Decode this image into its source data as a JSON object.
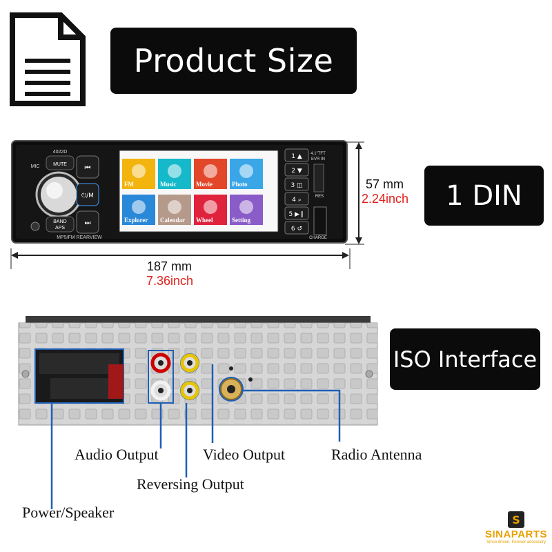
{
  "title": "Product Size",
  "din_badge": "1 DIN",
  "iso_badge": "ISO Interface",
  "dimensions": {
    "height_mm": "57 mm",
    "height_inch": "2.24inch",
    "width_mm": "187 mm",
    "width_inch": "7.36inch"
  },
  "radio": {
    "model": "4022D",
    "mic": "MIC",
    "mute": "MUTE",
    "band": "BAND",
    "aps": "APS",
    "mode": "⏻/M",
    "bottom_label": "MP5/FM REARVIEW",
    "screen_spec": "4.1\"TFT\nEVR IN",
    "res": "RES",
    "charge": "CHARGE",
    "apps": [
      {
        "label": "FM",
        "color": "#f2b40d"
      },
      {
        "label": "Music",
        "color": "#16b9c9"
      },
      {
        "label": "Movie",
        "color": "#e3472a"
      },
      {
        "label": "Photo",
        "color": "#3aa6e8"
      },
      {
        "label": "Explorer",
        "color": "#2a88d8"
      },
      {
        "label": "Calendar",
        "color": "#b5998a"
      },
      {
        "label": "Wheel",
        "color": "#e0233d"
      },
      {
        "label": "Setting",
        "color": "#8a5cc8"
      }
    ],
    "presets": [
      "1 ▲",
      "2 ▼",
      "3 ◫",
      "4 ⌕",
      "5 ▶❙",
      "6 ↺"
    ]
  },
  "connectors": {
    "audio_output": "Audio Output",
    "video_output": "Video Output",
    "radio_antenna": "Radio Antenna",
    "reversing_output": "Reversing Output",
    "power_speaker": "Power/Speaker"
  },
  "brand": {
    "name": "SINAPARTS",
    "tagline": "Since driven. Forever accessory",
    "accent": "#e8a000"
  },
  "colors": {
    "callout_line": "#1f5fb5",
    "red_text": "#e0201b"
  }
}
